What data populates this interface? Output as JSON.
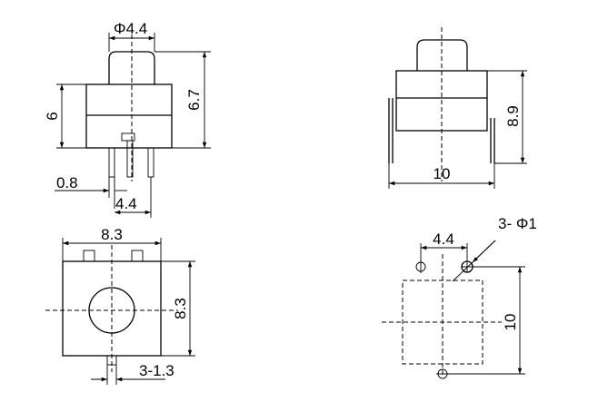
{
  "views": {
    "front": {
      "diameter_label": "Φ4.4",
      "left_height_label": "6",
      "right_height_label": "6.7",
      "pin_width_label": "0.8",
      "pin_spacing_label": "4.4"
    },
    "side": {
      "height_label": "8.9",
      "width_label": "10"
    },
    "top": {
      "width_label": "8.3",
      "height_label": "8.3",
      "pin_label": "3-1.3"
    },
    "pcb": {
      "hole_label": "3- Φ1",
      "spacing_label": "4.4",
      "height_label": "10"
    }
  },
  "colors": {
    "line": "#000000",
    "background": "#ffffff"
  }
}
